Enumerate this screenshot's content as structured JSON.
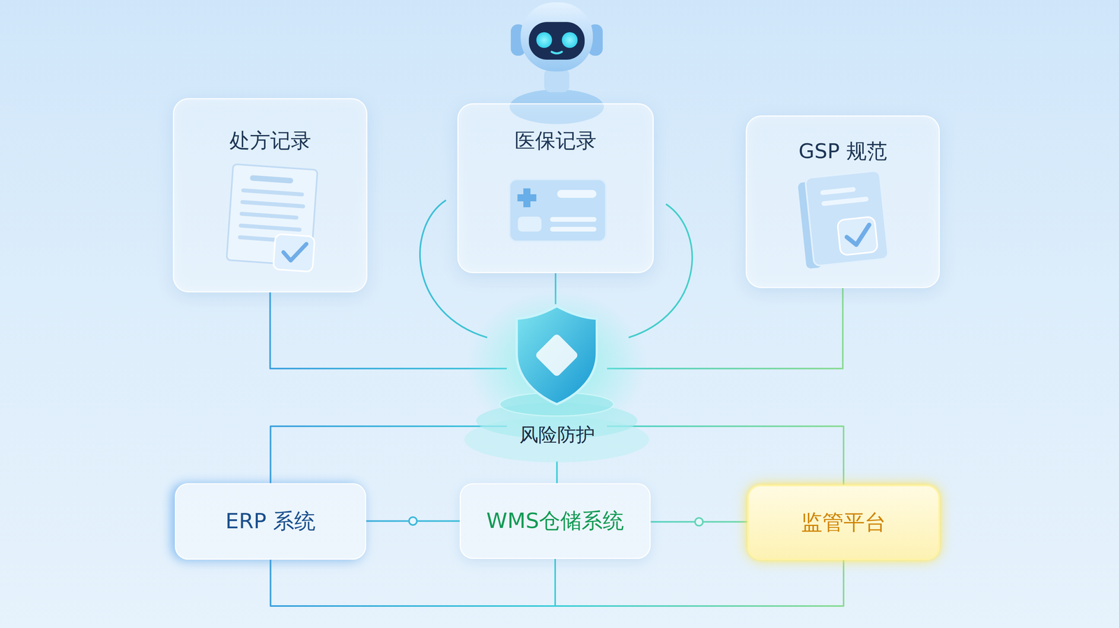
{
  "diagram": {
    "nodes": [
      {
        "text": [
          "处方记录"
        ]
      },
      {
        "text": [
          "医保记录"
        ]
      },
      {
        "text": [
          "GSP 规范"
        ]
      },
      {
        "text": [
          "风险防护"
        ]
      },
      {
        "text": [
          "ERP 系统"
        ]
      },
      {
        "text": [
          "WMS仓储系统"
        ]
      },
      {
        "text": [
          "监管平台"
        ]
      }
    ],
    "edges": [
      {
        "from": 0,
        "to": 3,
        "arrow": "none"
      },
      {
        "from": 1,
        "to": 3,
        "arrow": "none"
      },
      {
        "from": 2,
        "to": 3,
        "arrow": "none"
      },
      {
        "from": 3,
        "to": 4,
        "arrow": "none"
      },
      {
        "from": 3,
        "to": 5,
        "arrow": "none"
      },
      {
        "from": 3,
        "to": 6,
        "arrow": "none"
      },
      {
        "from": 4,
        "to": 5,
        "arrow": "none"
      },
      {
        "from": 5,
        "to": 6,
        "arrow": "none"
      },
      {
        "from": 4,
        "to": 5,
        "arrow": "none"
      },
      {
        "from": 6,
        "to": 5,
        "arrow": "none"
      }
    ]
  }
}
